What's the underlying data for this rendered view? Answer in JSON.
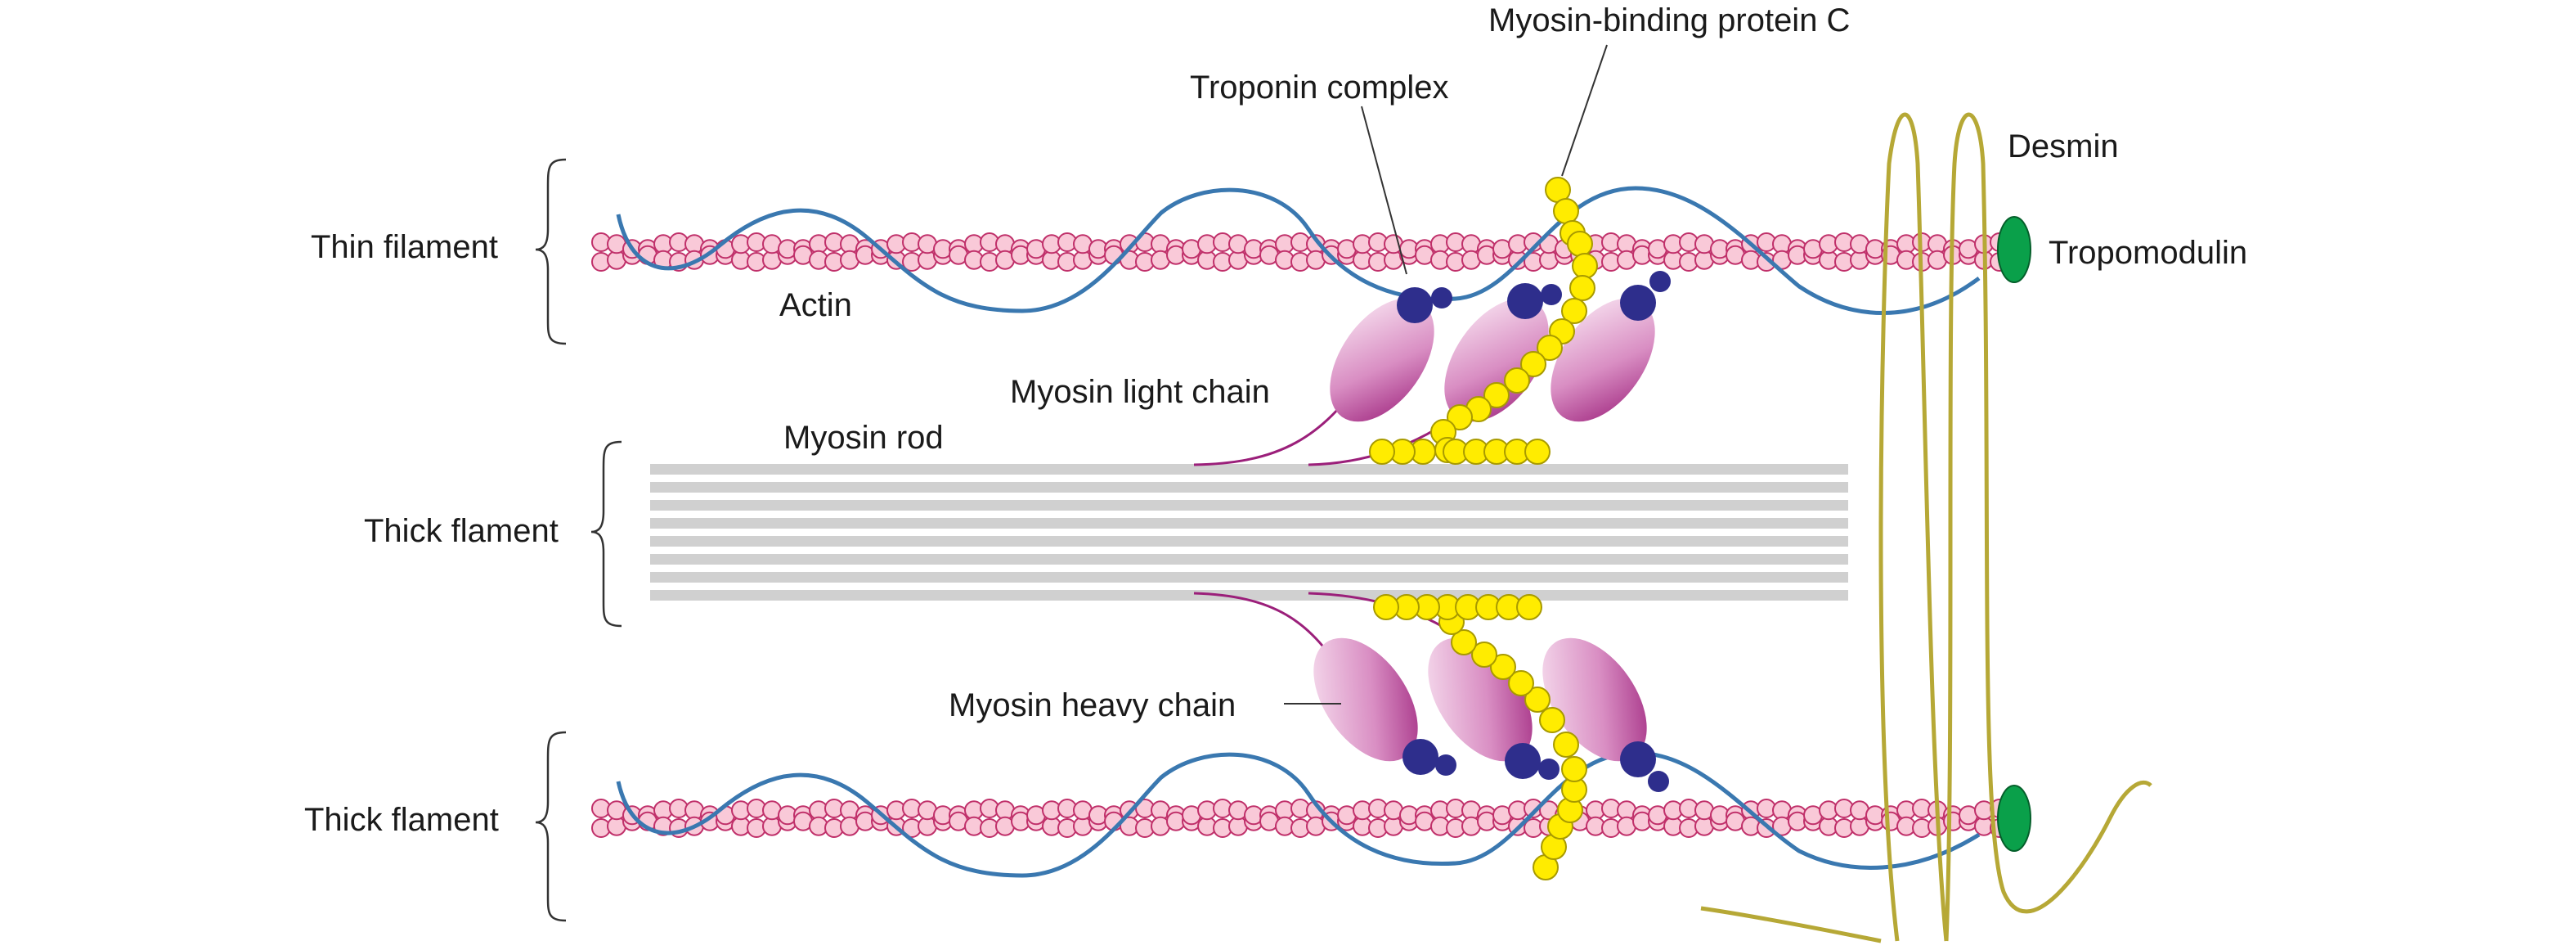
{
  "labels": {
    "thin_filament": "Thin filament",
    "thick_filament_mid": "Thick flament",
    "thick_filament_bottom": "Thick flament",
    "actin": "Actin",
    "myosin_rod": "Myosin rod",
    "myosin_light_chain": "Myosin light chain",
    "myosin_heavy_chain": "Myosin heavy chain",
    "troponin_complex": "Troponin complex",
    "myosin_binding_protein_c": "Myosin-binding protein C",
    "desmin": "Desmin",
    "tropomodulin": "Tropomodulin"
  },
  "colors": {
    "actin_bead_fill": "#f9c9d8",
    "actin_bead_stroke": "#c0306a",
    "tropomyosin": "#3a78b0",
    "troponin": "#2e2e8c",
    "myosin_head_dark": "#9b1f7a",
    "myosin_head_light": "#f4d6ea",
    "mybpc_fill": "#ffec00",
    "mybpc_stroke": "#a89a00",
    "desmin": "#b6a836",
    "tropomodulin": "#0aa04a",
    "thick_rod": "#d0d0d0"
  }
}
